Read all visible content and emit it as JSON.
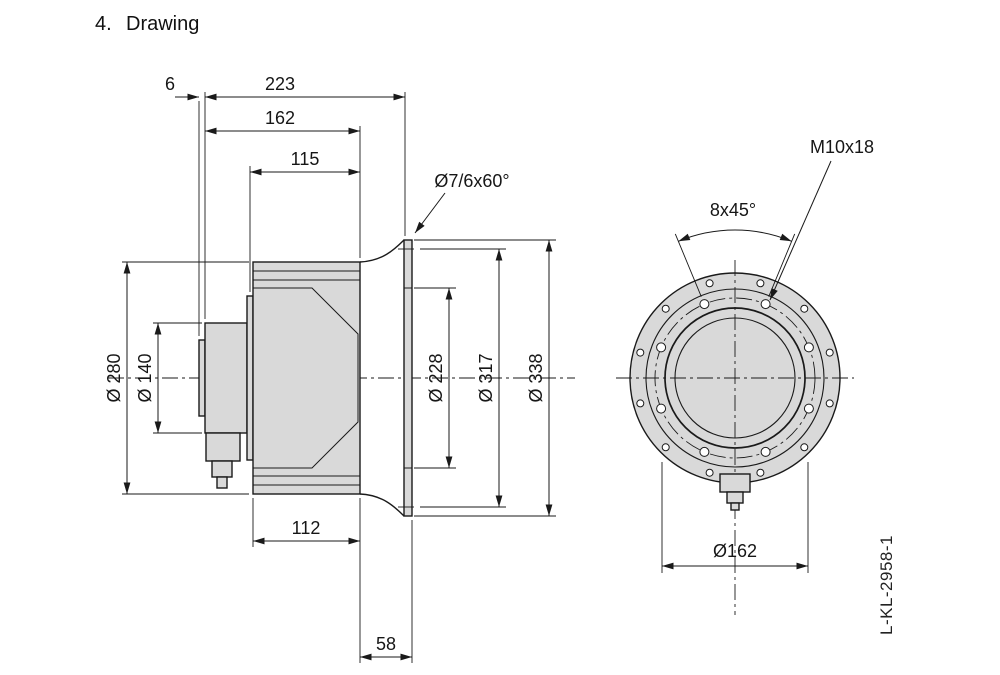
{
  "page": {
    "title_number": "4.",
    "title": "Drawing",
    "doc_number": "L-KL-2958-1"
  },
  "side_view": {
    "dim_6": "6",
    "dim_223": "223",
    "dim_162": "162",
    "dim_115": "115",
    "dim_112": "112",
    "dim_58": "58",
    "dia_280": "Ø 280",
    "dia_140": "Ø 140",
    "dia_228": "Ø 228",
    "dia_317": "Ø 317",
    "dia_338": "Ø 338",
    "hole_callout": "Ø7/6x60°"
  },
  "front_view": {
    "thread_callout": "M10x18",
    "angle_callout": "8x45°",
    "dia_162": "Ø162"
  },
  "colors": {
    "line": "#1a1a1a",
    "body_fill": "#d9d9d9",
    "background": "#ffffff"
  }
}
